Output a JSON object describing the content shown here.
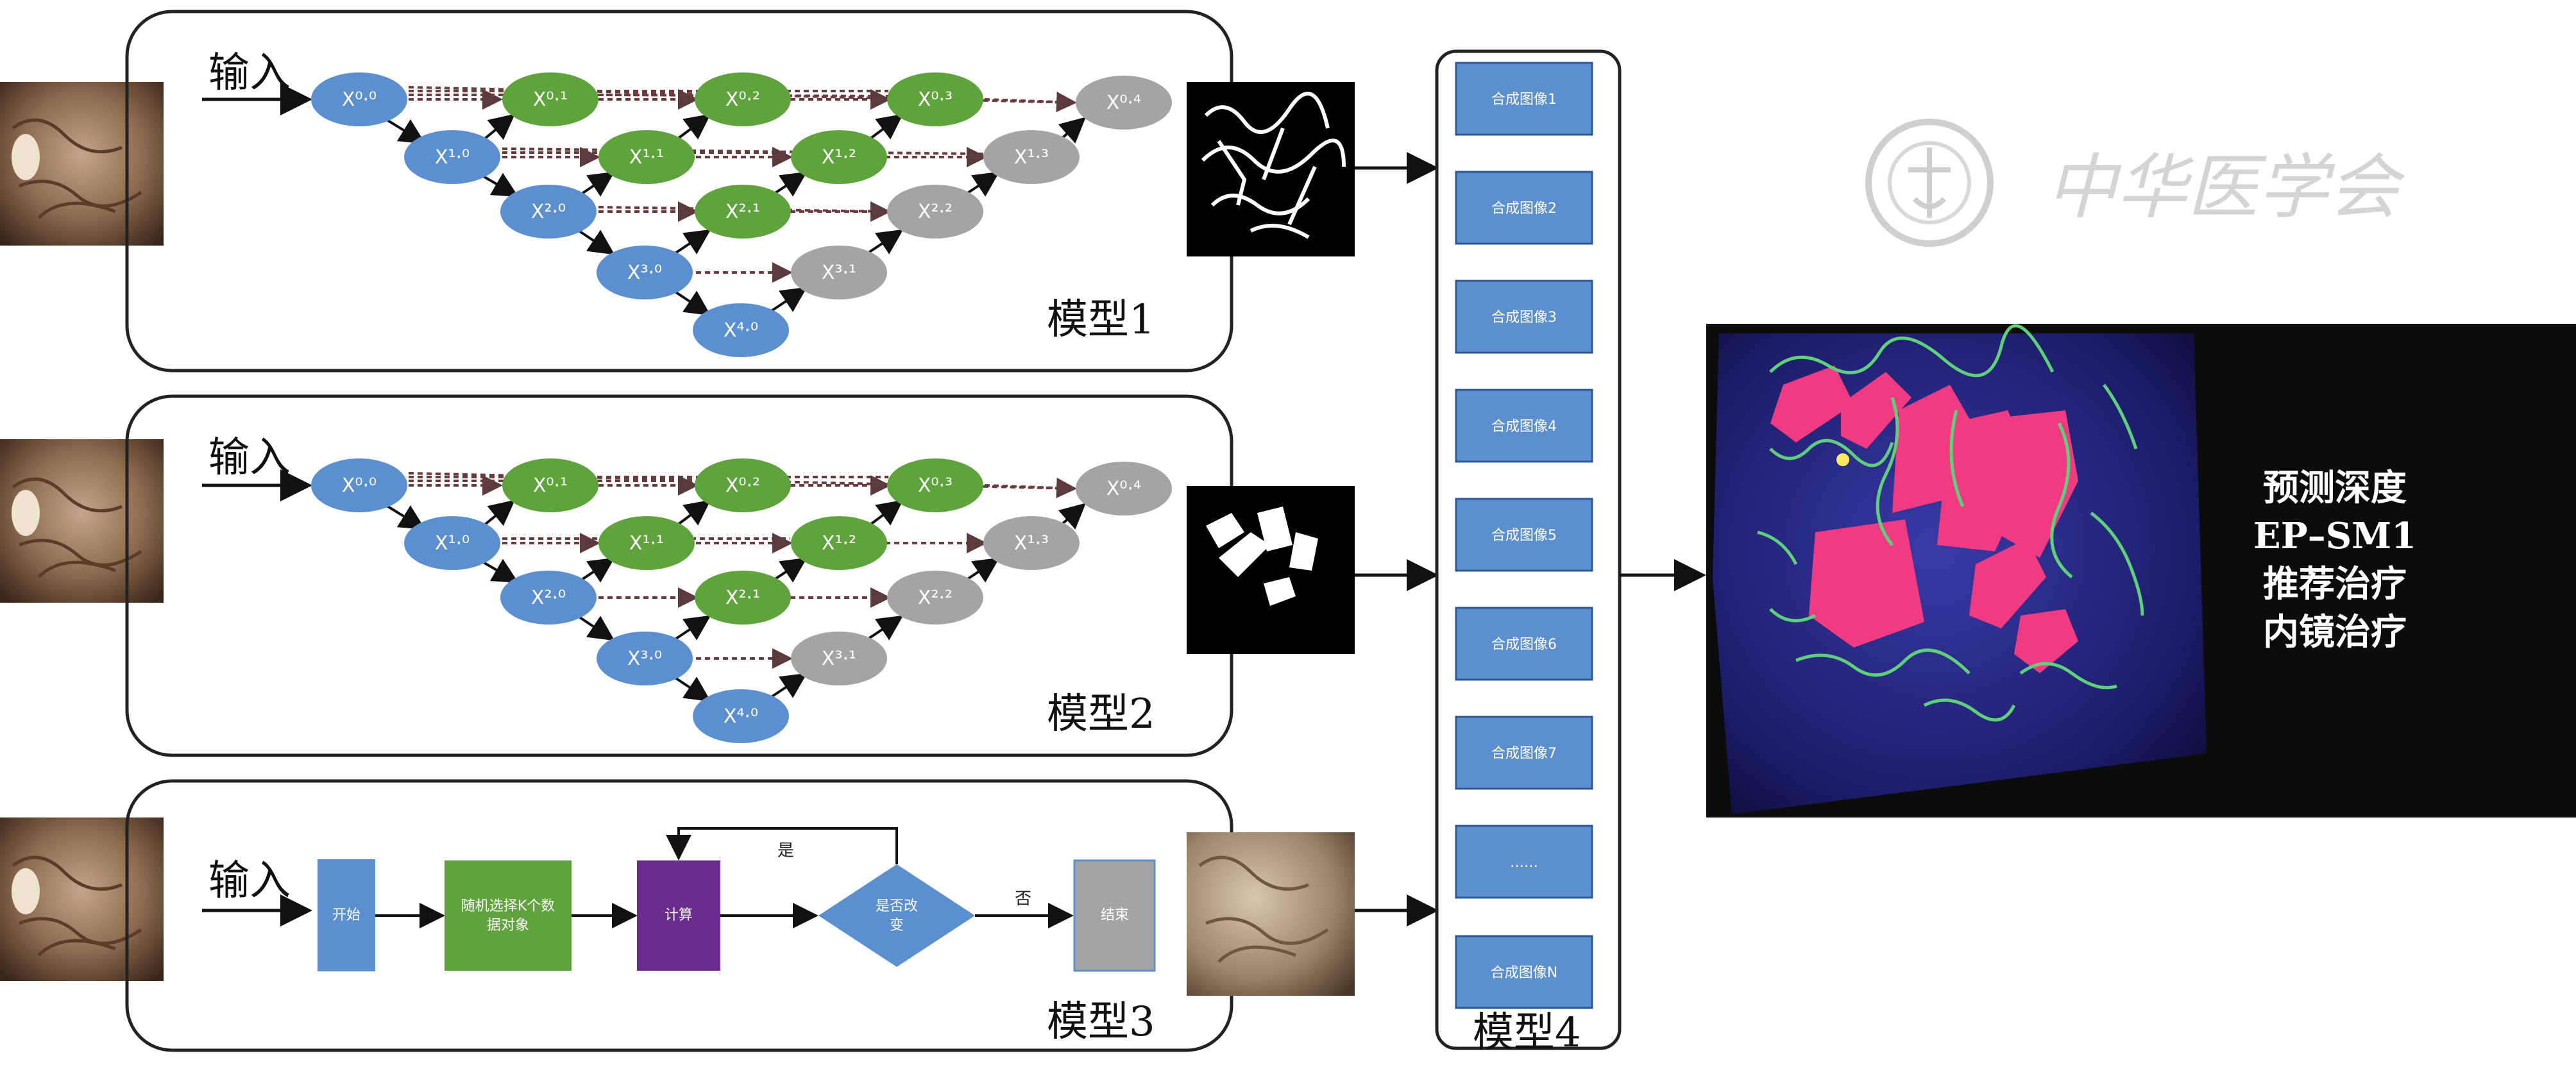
{
  "input_label": "输入",
  "models": [
    {
      "label": "模型1"
    },
    {
      "label": "模型2"
    },
    {
      "label": "模型3"
    }
  ],
  "unet_nodes": {
    "n00": "X⁰·⁰",
    "n10": "X¹·⁰",
    "n20": "X²·⁰",
    "n30": "X³·⁰",
    "n40": "X⁴·⁰",
    "n01": "X⁰·¹",
    "n11": "X¹·¹",
    "n21": "X²·¹",
    "n31": "X³·¹",
    "n02": "X⁰·²",
    "n12": "X¹·²",
    "n22": "X²·²",
    "n03": "X⁰·³",
    "n13": "X¹·³",
    "n04": "X⁰·⁴"
  },
  "flow": {
    "start": "开始",
    "select": [
      "随机选择K个数",
      "据对象"
    ],
    "compute": "计算",
    "decision": [
      "是否改",
      "变"
    ],
    "yes": "是",
    "no": "否",
    "end": "结束"
  },
  "model4": {
    "label": "模型4",
    "items": [
      "合成图像1",
      "合成图像2",
      "合成图像3",
      "合成图像4",
      "合成图像5",
      "合成图像6",
      "合成图像7",
      "……",
      "合成图像N"
    ]
  },
  "prediction": [
    "预测深度",
    "EP–SM1",
    "推荐治疗",
    "内镜治疗"
  ],
  "watermark": "中华医学会",
  "colors": {
    "blue_node": "#5b8fd0",
    "green_node": "#5ea33c",
    "gray_node": "#a6a3a3",
    "purple": "#6a2c8e",
    "synth_box": "#5c8fcf",
    "pink": "#f03a82",
    "vessel": "#5fd07a"
  }
}
